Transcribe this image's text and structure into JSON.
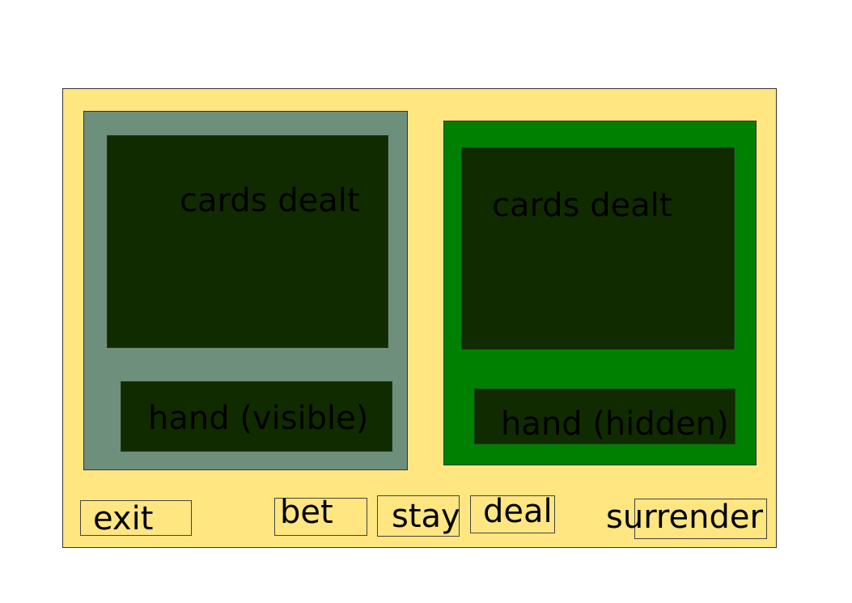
{
  "colors": {
    "table": "#ffe680",
    "dealer_panel": "#6f8f7d",
    "player_panel": "#008000",
    "area_fill": "#112b00",
    "text": "#000000"
  },
  "dealer": {
    "cards_label": "cards dealt",
    "hand_label": "hand (visible)"
  },
  "player": {
    "cards_label": "cards dealt",
    "hand_label": "hand (hidden)"
  },
  "buttons": {
    "exit": "exit",
    "bet": "bet",
    "stay": "stay",
    "deal": "deal",
    "surrender": "surrender"
  }
}
